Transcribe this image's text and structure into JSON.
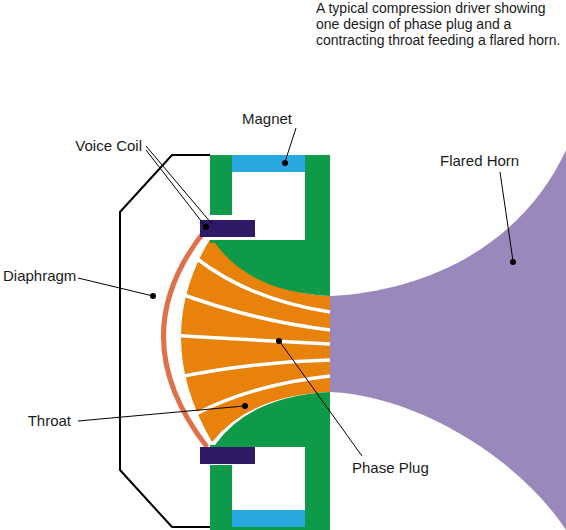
{
  "diagram": {
    "caption": "A typical compression driver showing one design of phase plug and a contracting throat feeding a flared horn.",
    "labels": [
      "Magnet",
      "Voice Coil",
      "Diaphragm",
      "Throat",
      "Flared Horn",
      "Phase Plug"
    ]
  }
}
